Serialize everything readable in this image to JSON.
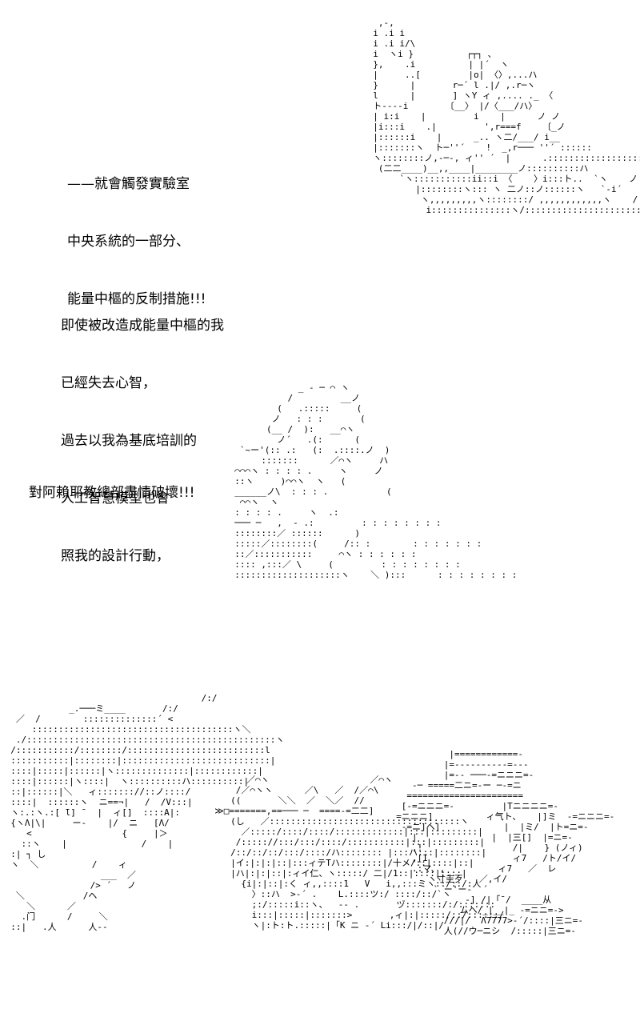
{
  "dialogue": {
    "block1": [
      "——就會觸發實驗室",
      "中央系統的一部分、",
      "能量中樞的反制措施!!!"
    ],
    "block2": [
      "即使被改造成能量中樞的我",
      "已經失去心智，",
      "過去以我為基底培訓的",
      "人工智慧模型也會",
      "照我的設計行動，"
    ],
    "block3": [
      "對阿賴耶教總部盡情破壞!!!"
    ]
  },
  "art": {
    "tower": "           ,-,\n          i .i i\n          i .i i/\\\n          i  ヽi }          ┌┬┐ 、\n          },    .i          | |´  ヽ\n          |     ..[         |o| 〈〉,...ハ\n          }      |       r─´ l .|/ ,.r─ヽ\n          l      |       ] ヽY ィ ,.... ._ 〈\n          ト----i       〔__〉 |/〈___/ハ〉\n          | i:i    |         i    |      ノ ノ\n          |i:::i    .|         ',r===f    〔_ノ\n          |::::::i    |      _.. ヽ二/___/ i__\n          |:::::::ヽ  ト─''´    !  _,r─── ''´ ::::::\n          ヽ::::::::ノ,-─-, ィ'' ´  |      .::::::::::::::::::::ハ\n           (二二____)__,,____|________ノ::::::::::ハ\n               `ヽ:::::::::::ii::i 〈    〉i:::ト..  `ヽ    ノ\n                  |::::::::ヽ::: ヽ 二ノ::ノ::::::ヽ   `‐i´\n                   ヽ,,,,,,,,,ヽ::::::::/ ,,,,,,,,,,,,ヽ    /\n                    i:::::::::::::::ヽ/::::::::::::::::::::::::i /",
    "girl": "              _ - ─ ⌒ ヽ\n            /         __ノ\n          (   .:::::     (\n         ノ   : : :       (\n        (__ /  ):   __⌒ヽ\n          ノ´   .(:      (\n   `~ー'(:: .:   (:  .::::.ノ  )\n       :::::::      ／⌒ヽ     ハ\n  ⌒⌒⌒ヽ : : : : .     ヽ     ノ\n  ::ヽ     )⌒⌒ヽ  ヽ   (\n  ______ノ\\  : : : .           (\n   ⌒⌒ヽ  ヽ\n  : : : : .     ヽ  .:\n  ─── ─   ,  - .:         : : : : : : : :\n  ::::::::／ ::::::      )\n  :::::／::::::::(     /:: :        : : : : : : :\n  ::／:::::::::::     ⌒ヽ : : : : : :\n  :::: ,:::／ \\     (         : : : : : : : :\n  ::::::::::::::::::::ヽ    ＼ ):::      : : : : : : : :",
    "left": "                                      /:/\n             _.───ミ____       /:/\n   ／  /        ::::::::::::::´ <\n      ::::::::::::::::::::::::::::::::::::::ヽ＼\n   ./:::::::::::::::::::::::::::::::::::::::::::::::ヽ\n  /:::::::::::/::::::::/::::::::::::::::::::::::::l\n  :::::::::::|::::::::|::::::::::::::::::::::::::::|\n  ::::|:::::|::::::|ヽ::::::::::::::|::::::::::::|\n  ::::|::::::|ヽ::::|  ヽ::::::::::ハ::::::::::|\n  ::|::::::|＼   ィ::::::://::ノ::::/\n  ::::|  ::::::ヽ  ニ==¬|   /  /V:::|\n  ヽ:.:ヽ.:[ ̄l] ̄   |  ィ[]  ::::A|:\n  {ヽΛ|\\|     ー-    |/  ニ   [Λ/\n     <                 {     |＞\n    ::ヽ    |              /    |\n  :| ┐ し\n  ヽ  ＼          /    ィ\n                   ___  ／\n                 /> ´   ノ\n   ＼           /ヘ\n     ＼      ／\n    .门      /     ＼\n  ::|   .人      人-- ",
    "mid": "        ／⌒ヽ                   ／⌒ヽ\n      /／⌒ヽヽ      ／\\   ／  /／⌒\\\n     ((       ＼＼  ／  ＼／  //\n  ≫□=======,==─── ─  ====-=二二]\n     (し   ／::::::::::::::::::::::::::::::::::::ヽ\n       ／:::::/::::/::::/:::::::::::::|:::|:::::::::|\n      /::::://:::/:::/::::/:::::::::::|:::|:::::::::|\n     /::/::/::/:::/::::/ハ:::::::: |:::ハ:::|::::::::|\n     |イ:|:|:|::|:::ィテTハ::::::::|/十メ/::|::::|::|\n     |ハ|:|:|::|:ィイ仁、ヽ:::::/ 二|/1::|::::|::::|\n       {i|:|::|:く ィ,,::::1   V   i,,:::ミヽ::/::/:人\n         〉::ハ  >-´ .    L.::::ツ:/ ::::/::/`ヽ\n         ;:/:::::i::ヽ、  -- .       ヅ:::::::/:/:::::::\n         i:::|:::::|:::::::>       ,ィ|:|:::::/::/::::::/\n         ヽ|:ト:ト.:::::|「K ニ -´ Li:::/|/::|/",
    "right": "               |============-\n              |=----------=---\n              |=-- ───-=ニニニ=-\n        -─ =====二ニ=-ー ─-=ニ\n       ======================\n      [-=ニニニ=-         |Tニニニニ=-\n     =ニニニ]          ィ气ト、   |]ミ  -=ニニニ=-\n      -=ニ]ヘ]            |  |ミ/  |ト=ニ=-\n        |              |  |三[]  |=ニ=-\n        ,!                 /|    } (ノィ)\n        ,[I                ィ7   /ト/イ/\n        .:マ、,          ィ7   ／  レ\n           ヽ寸圭歹   ／,イ/\n            ` ー'ー-  ´\n                  -] /|「¯/  ____从\n                 ムヘ/_|__|_ -=ニニ=->\n              ///|/  Λ7777>-´/::::|三ニ=-\n              人(//ウ─ニシ  /:::::|三ニ=-"
  }
}
